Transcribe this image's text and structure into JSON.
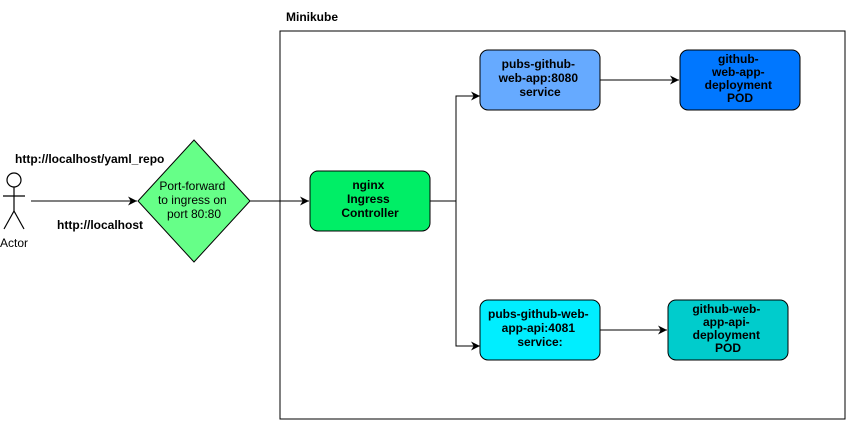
{
  "cluster": {
    "label": "Minikube"
  },
  "actor": {
    "label": "Actor"
  },
  "edges": {
    "actor_to_portforward_top": "http://localhost/yaml_repo",
    "actor_to_portforward_bottom": "http://localhost"
  },
  "nodes": {
    "port_forward": {
      "lines": [
        "Port-forward",
        "to ingress on",
        "port 80:80"
      ],
      "fill": "#66ff88"
    },
    "ingress": {
      "lines": [
        "nginx",
        "Ingress",
        "Controller"
      ],
      "fill": "#00ee66"
    },
    "web_app_service": {
      "lines": [
        "pubs-github-",
        "web-app:8080",
        "service"
      ],
      "fill": "#66aaff"
    },
    "web_app_pod": {
      "lines": [
        "github-",
        "web-app-",
        "deployment",
        "POD"
      ],
      "fill": "#0077ff"
    },
    "api_service": {
      "lines": [
        "pubs-github-web-",
        "app-api:4081",
        "service:"
      ],
      "fill": "#00eeff"
    },
    "api_pod": {
      "lines": [
        "github-web-",
        "app-api-",
        "deployment",
        "POD"
      ],
      "fill": "#00cccc"
    }
  },
  "colors": {
    "stroke": "#000000",
    "background": "#ffffff"
  }
}
